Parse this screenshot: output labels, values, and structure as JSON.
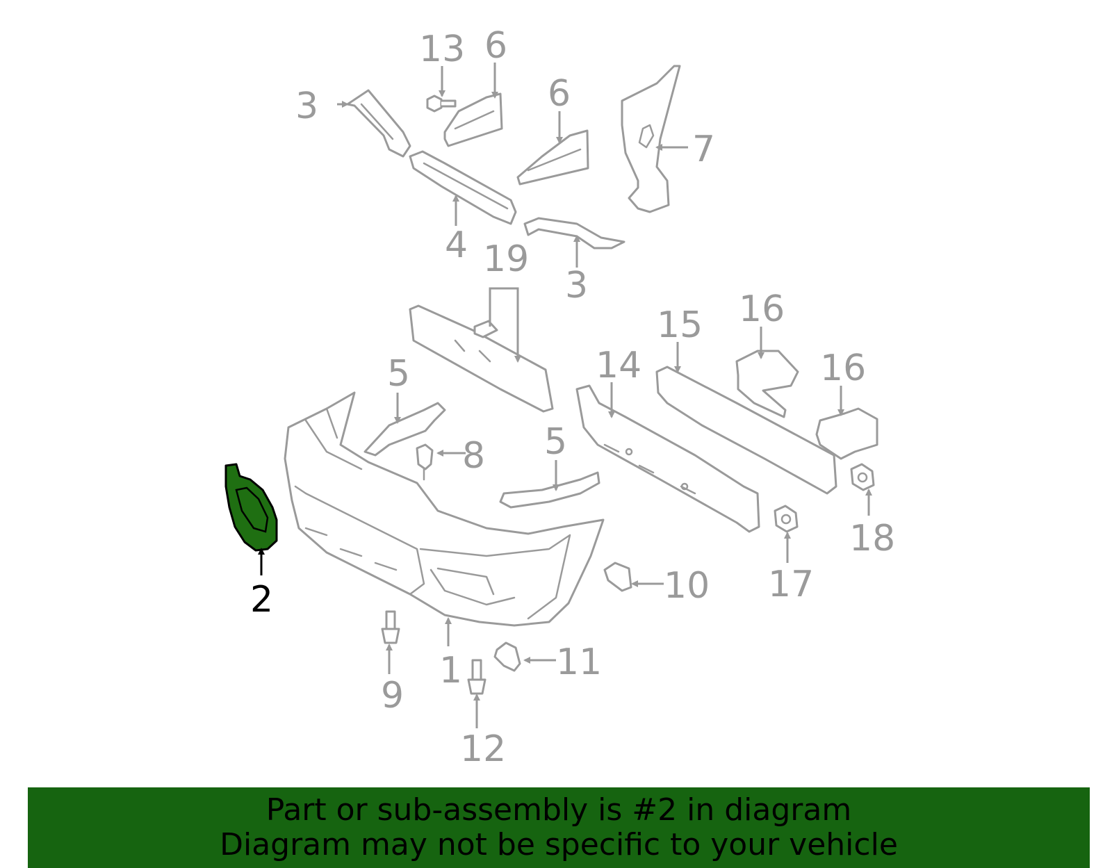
{
  "colors": {
    "highlight_fill": "#1f6f12",
    "banner_background": "#166410",
    "part_outline": "#9a9a9a",
    "highlight_outline": "#000000"
  },
  "callouts": {
    "c1": "1",
    "c2": "2",
    "c3a": "3",
    "c3b": "3",
    "c4": "4",
    "c5a": "5",
    "c5b": "5",
    "c6a": "6",
    "c6b": "6",
    "c7": "7",
    "c8": "8",
    "c9": "9",
    "c10": "10",
    "c11": "11",
    "c12": "12",
    "c13": "13",
    "c14": "14",
    "c15": "15",
    "c16a": "16",
    "c16b": "16",
    "c17": "17",
    "c18": "18",
    "c19": "19"
  },
  "highlighted_part": "2",
  "banner": {
    "line1": "Part or sub-assembly is #2 in diagram",
    "line2": "Diagram may not be specific to your vehicle"
  }
}
